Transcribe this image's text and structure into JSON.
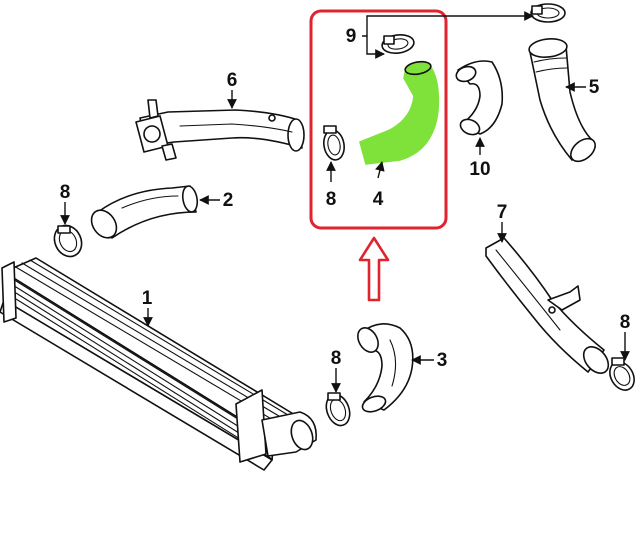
{
  "callouts": {
    "c1": "1",
    "c2": "2",
    "c3": "3",
    "c4": "4",
    "c5": "5",
    "c6": "6",
    "c7": "7",
    "c8a": "8",
    "c8b": "8",
    "c8c": "8",
    "c8d": "8",
    "c9": "9",
    "c10": "10"
  },
  "colors": {
    "highlight_part": "#7fe23a",
    "highlight_box": "#e0232e",
    "arrow": "#e0232e",
    "line": "#111111"
  }
}
